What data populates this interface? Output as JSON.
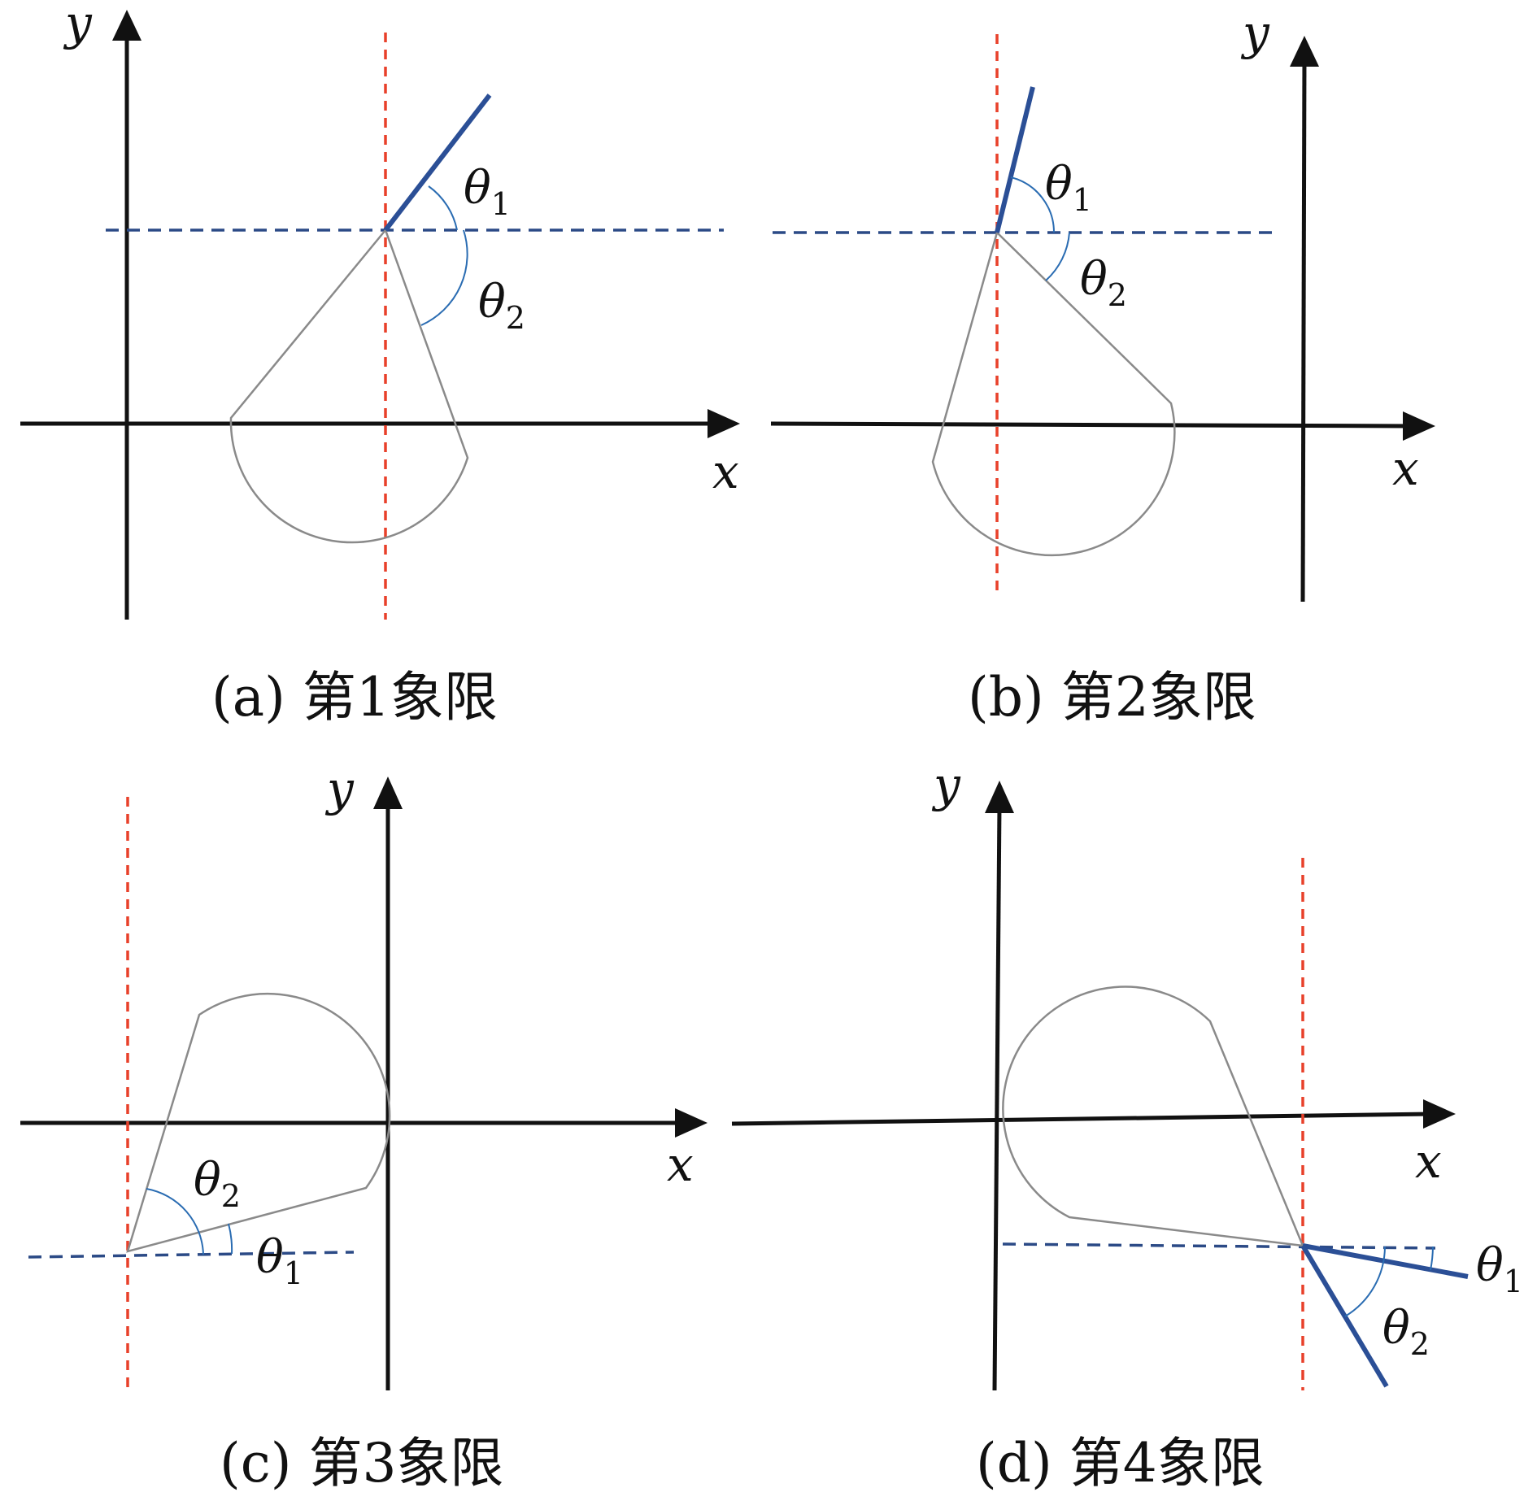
{
  "colors": {
    "axis": "#111111",
    "outline": "#8a8a8a",
    "ray": "#2b4f96",
    "ref_dash": "#2b4a86",
    "vertical_dash": "#e8402a",
    "angle_arc": "#2a6cb2"
  },
  "panels": [
    {
      "caption": "(a) 第1象限",
      "x_label": "x",
      "y_label": "y",
      "theta1": {
        "symbol": "θ",
        "sub": "1"
      },
      "theta2": {
        "symbol": "θ",
        "sub": "2"
      }
    },
    {
      "caption": "(b) 第2象限",
      "x_label": "x",
      "y_label": "y",
      "theta1": {
        "symbol": "θ",
        "sub": "1"
      },
      "theta2": {
        "symbol": "θ",
        "sub": "2"
      }
    },
    {
      "caption": "(c) 第3象限",
      "x_label": "x",
      "y_label": "y",
      "theta1": {
        "symbol": "θ",
        "sub": "1"
      },
      "theta2": {
        "symbol": "θ",
        "sub": "2"
      }
    },
    {
      "caption": "(d) 第4象限",
      "x_label": "x",
      "y_label": "y",
      "theta1": {
        "symbol": "θ",
        "sub": "1"
      },
      "theta2": {
        "symbol": "θ",
        "sub": "2"
      }
    }
  ]
}
